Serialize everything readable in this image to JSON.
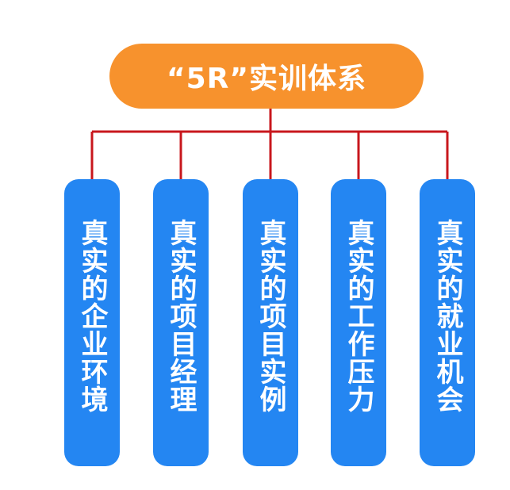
{
  "root": {
    "label": "“5R”实训体系",
    "color": "#f7922d"
  },
  "children": [
    {
      "label": "真实的企业环境"
    },
    {
      "label": "真实的项目经理"
    },
    {
      "label": "真实的项目实例"
    },
    {
      "label": "真实的工作压力"
    },
    {
      "label": "真实的就业机会"
    }
  ],
  "colors": {
    "child": "#2486f2",
    "connector": "#c8171d",
    "text": "#ffffff"
  }
}
